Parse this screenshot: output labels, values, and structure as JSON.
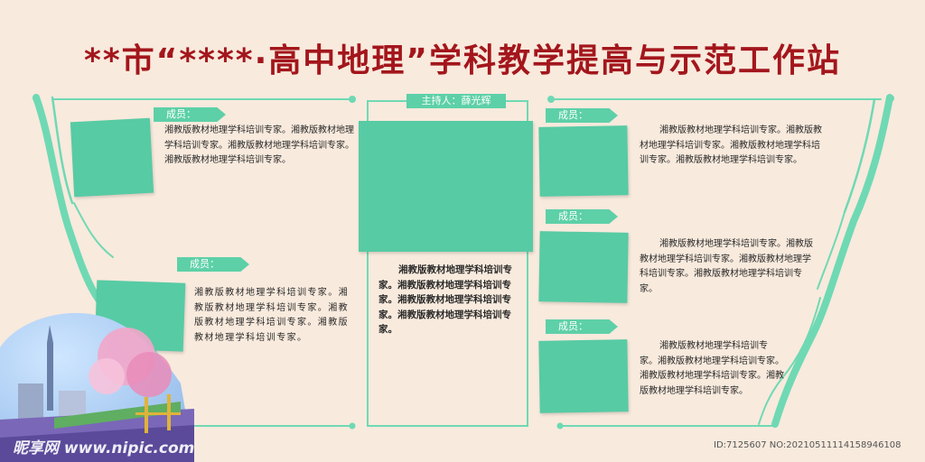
{
  "title": "**市“****·高中地理”学科教学提高与示范工作站",
  "host_label": "主持人：薛光辉",
  "member_label": "成员：",
  "desc_a": "湘教版教材地理学科培训专家。湘教版教材地理学科培训专家。湘教版教材地理学科培训专家。湘教版教材地理学科培训专家。",
  "center_desc": "湘教版教材地理学科培训专家。湘教版教材地理学科培训专家。湘教版教材地理学科培训专家。湘教版教材地理学科培训专家。",
  "left_bottom_desc": "湘教版教材地理学科培训专家。湘教版教材地理学科培训专家。湘教版教材地理学科培训专家。湘教版教材地理学科培训专家。",
  "right_mid_desc": "湘教版教材地理学科培训专家。湘教版教材地理学科培训专家。湘教版教材地理学科培训专家。湘教版教材地理学科培训专家。",
  "right_bottom_desc": "湘教版教材地理学科培训专家。湘教版教材地理学科培训专家。湘教版教材地理学科培训专家。湘教版教材地理学科培训专家。",
  "watermark_left": "昵享网 www.nipic.com",
  "watermark_right": "ID:7125607 NO:20210511114158946108",
  "colors": {
    "accent": "#5dd0a8",
    "title": "#a3161c",
    "background": "#f8eadd"
  }
}
